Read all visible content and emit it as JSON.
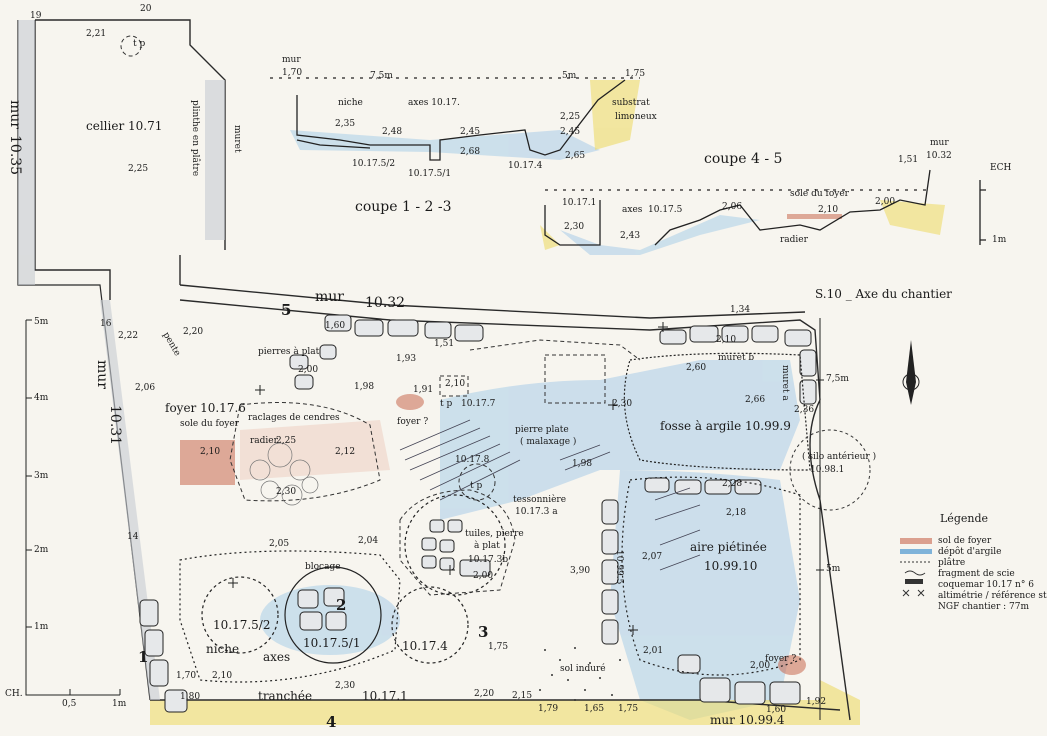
{
  "colors": {
    "clay_blue": "#7fb3d9",
    "hearth_red": "#c8674f",
    "sand_yellow": "#eedc6a",
    "wall_grey": "#9aa3ad",
    "ink": "#1a1a1a"
  },
  "icons": [
    "north-arrow-icon",
    "altitude-cross-icon"
  ],
  "labels": {
    "cellier": "cellier 10.71",
    "plinthe": "plinthe en plâtre",
    "muret_top": "muret",
    "mur_left_top": "mur",
    "mur_left_top_num": "10.35",
    "mur_left_bottom": "mur",
    "mur_left_bottom_num": "10.31",
    "mur_top": "mur",
    "mur_top_num": "10.32",
    "tp_cellier": "t p",
    "pente": "pente",
    "pierres_a_plat": "pierres à plat",
    "raclages": "raclages de cendres",
    "foyer_1": "foyer 10.17.6",
    "sole_du_foyer": "sole du foyer",
    "radier": "radier",
    "foyer_q": "foyer ?",
    "tp_1": "t p",
    "tp_ref": "10.17.7",
    "pierre_plate": "pierre plate",
    "malaxage": "( malaxage )",
    "fosse": "fosse à argile  10.99.9",
    "silo": "( silo antérieur )",
    "silo_ref": "10.98.1",
    "muret_b": "muret b",
    "muret_a": "muret a",
    "r_10_17_8": "10.17.8",
    "tp_2": "t p",
    "tessonniere": "tessonnière",
    "tessonniere_ref": "10.17.3 a",
    "tuiles": "tuiles, pierre",
    "a_plat": "à plat",
    "r_10_17_3b": "10.17.3b",
    "aire": "aire piétinée",
    "aire_ref": "10.99.10",
    "r_10_99_5": "10.99.5",
    "blocage": "blocage",
    "r_10_17_5_2": "10.17.5/2",
    "r_10_17_5_1": "10.17.5/1",
    "r_10_17_4": "10.17.4",
    "niche": "niche",
    "axes": "axes",
    "tranchee": "tranchée",
    "tranchee_ref": "10.17.1",
    "sol_indure": "sol induré",
    "foyer_q2": "foyer ?",
    "mur_bottom": "mur 10.99.4",
    "axe_chantier": "S.10 _ Axe du chantier",
    "num_1": "1",
    "num_2": "2",
    "num_3": "3",
    "num_4": "4",
    "num_5": "5",
    "corner_19": "19",
    "corner_20": "20",
    "corner_16": "16",
    "corner_14": "14"
  },
  "section_123": {
    "title": "coupe  1 - 2 -3",
    "mur": "mur",
    "axes": "axes 10.17.",
    "niche": "niche",
    "substrat": "substrat",
    "limoneux": "limoneux",
    "m75": "7,5m",
    "m5": "5m",
    "r_5_2": "10.17.5/2",
    "r_5_1": "10.17.5/1",
    "r_4": "10.17.4"
  },
  "section_45": {
    "title": "coupe  4 - 5",
    "mur": "mur",
    "mur_num": "10.32",
    "sole": "sole du foyer",
    "radier": "radier",
    "r_1": "10.17.1",
    "axes": "axes",
    "r_5": "10.17.5"
  },
  "scales": {
    "ech": "ECH",
    "one_m": "1m",
    "ch": "CH.",
    "h0": "0,5",
    "h1": "1m",
    "v5": "5m",
    "v4": "4m",
    "v3": "3m",
    "v2": "2m",
    "v1": "1m",
    "r75": "7,5m",
    "r5": "5m"
  },
  "altitudes": {
    "a221": "2,21",
    "a225": "2,25",
    "a170s": "1,70",
    "a235": "2,35",
    "a248": "2,48",
    "a245": "2,45",
    "a268": "2,68",
    "a245b": "2,45",
    "a265": "2,65",
    "a225b": "2,25",
    "a175": "1,75",
    "a230": "2,30",
    "a243": "2,43",
    "a206": "2,06",
    "a210": "2,10",
    "a200": "2,00",
    "a151": "1,51",
    "a222": "2,22",
    "a220": "2,20",
    "a160": "1,60",
    "a151b": "1,51",
    "a193": "1,93",
    "a200b": "2,00",
    "a198": "1,98",
    "a210b": "2,10",
    "a191": "1,91",
    "a206b": "2,06",
    "a210c": "2,10",
    "a225c": "2,25",
    "a212": "2,12",
    "a230b": "2,30",
    "a205": "2,05",
    "a204": "2,04",
    "a134": "1,34",
    "a210d": "2,10",
    "a260": "2,60",
    "a266": "2,66",
    "a230c": "2,30",
    "a236": "2,36",
    "a198b": "1,98",
    "a228": "2,28",
    "a218": "2,18",
    "a200c": "2,00",
    "a390": "3,90",
    "a207": "2,07",
    "a175b": "1,75",
    "a201": "2,01",
    "a200d": "2,00",
    "a160b": "1,60",
    "a192": "1,92",
    "a170": "1,70",
    "a180": "1,80",
    "a210e": "2,10",
    "a230d": "2,30",
    "a220b": "2,20",
    "a215": "2,15",
    "a179": "1,79",
    "a165": "1,65",
    "a175c": "1,75"
  },
  "legend": {
    "title": "Légende",
    "items": [
      "sol  de foyer",
      "dépôt d'argile",
      "plâtre",
      "fragment de scie",
      "coquemar 10.17 n° 6",
      "altimétrie / référence st",
      "NGF chantier : 77m"
    ]
  }
}
